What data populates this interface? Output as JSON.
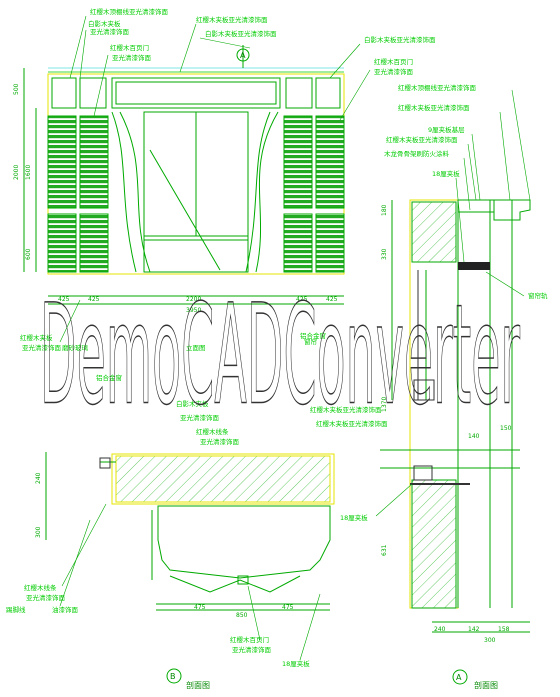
{
  "annotations": {
    "a1": "红樱木顶棚线亚光清漆饰面",
    "a2": "白影木夹板",
    "a3": "亚光清漆饰面",
    "a4": "红樱木夹板亚光清漆饰面",
    "a5": "白影木夹板亚光清漆饰面",
    "a6": "红樱木百页门",
    "a7": "亚光清漆饰面",
    "a8": "白影木夹板亚光清漆饰面",
    "a9": "红樱木百页门",
    "a10": "亚光清漆饰面",
    "r1": "红樱木顶棚线亚光清漆饰面",
    "r2": "红樱木夹板亚光清漆饰面",
    "r3": "9厘夹板基层",
    "r4": "红樱木夹板亚光清漆饰面",
    "r5": "木龙骨骨架刷防火涂料",
    "r6": "18厘夹板",
    "r7": "窗帘轨",
    "l1": "红樱木夹板",
    "l2": "亚光清漆饰面",
    "l3": "磨砂玻璃",
    "l4": "立面图",
    "l5": "铝合金窗",
    "l6": "窗帘",
    "l7": "铝合金窗",
    "l8": "红樱木夹板亚光清漆饰面",
    "l9": "白影木夹板",
    "l10": "亚光清漆饰面",
    "l11": "红樱木线条",
    "l12": "亚光清漆饰面",
    "l13": "红樱木夹板亚光清漆饰面",
    "b1": "红樱木百页门",
    "b2": "亚光清漆饰面",
    "b3": "18厘夹板",
    "b4": "红樱木线条",
    "b5": "亚光清漆饰面",
    "b6": "踢脚线",
    "b7": "油漆饰面",
    "b8": "18厘夹板"
  },
  "dims": {
    "d500": "500",
    "d2000": "2000",
    "d1600": "1600",
    "d600": "600",
    "d425a": "425",
    "d425b": "425",
    "d2200": "2200",
    "d3950": "3950",
    "d425c": "425",
    "d425d": "425",
    "d240": "240",
    "d300": "300",
    "d475a": "475",
    "d850": "850",
    "d475b": "475",
    "d180": "180",
    "d330": "330",
    "d1370": "1370",
    "d140": "140",
    "d150": "150",
    "d631": "631",
    "d240b": "240",
    "d142": "142",
    "d158": "158",
    "d300b": "300"
  },
  "titles": {
    "section_b_letter": "B",
    "section_b": "剖面图",
    "section_a_letter": "A",
    "section_a": "剖面图",
    "section_mark": "A"
  },
  "watermark": "DemoCADConverter",
  "colors": {
    "green": "#00cc00",
    "green_dark": "#008800",
    "yellow": "#e6e600",
    "cyan": "#00cccc",
    "magenta": "#cc00cc"
  }
}
